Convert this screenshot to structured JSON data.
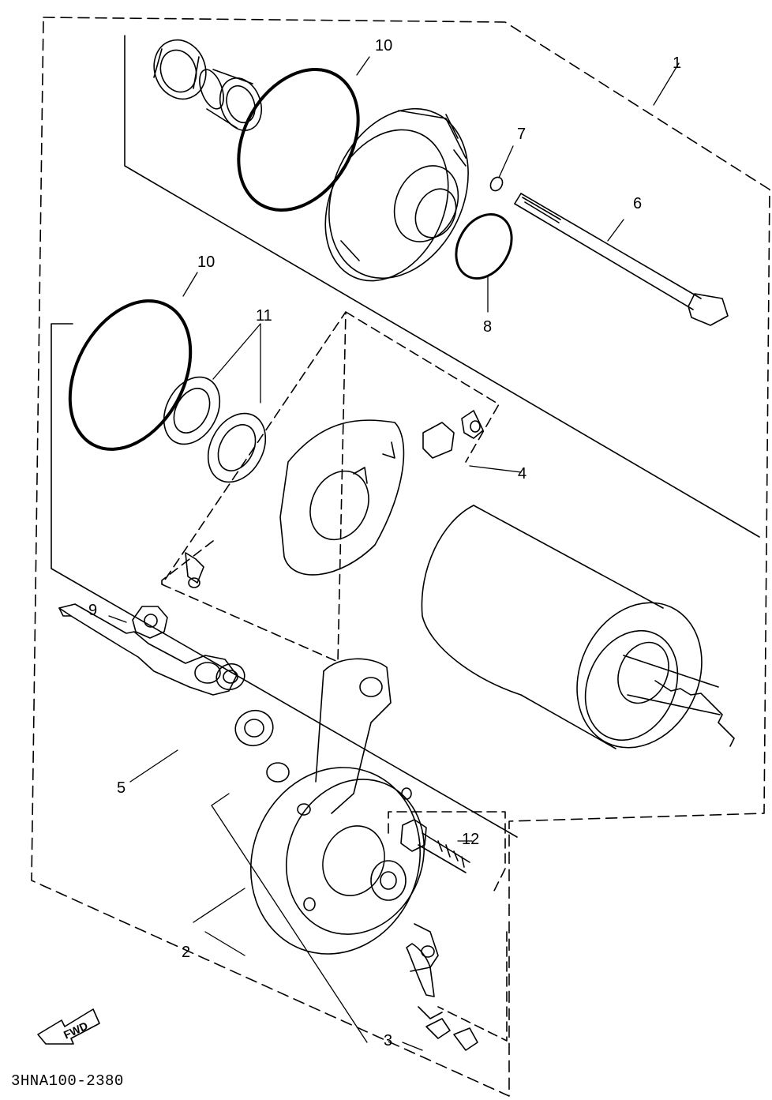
{
  "callouts": [
    {
      "id": "1",
      "text": "1"
    },
    {
      "id": "2",
      "text": "2"
    },
    {
      "id": "3",
      "text": "3"
    },
    {
      "id": "4",
      "text": "4"
    },
    {
      "id": "5",
      "text": "5"
    },
    {
      "id": "6",
      "text": "6"
    },
    {
      "id": "7",
      "text": "7"
    },
    {
      "id": "8",
      "text": "8"
    },
    {
      "id": "9",
      "text": "9"
    },
    {
      "id": "10a",
      "text": "10"
    },
    {
      "id": "10b",
      "text": "10"
    },
    {
      "id": "11",
      "text": "11"
    },
    {
      "id": "12",
      "text": "12"
    }
  ],
  "fwd_badge": "FWD",
  "drawing_code": "3HNA100-2380",
  "colors": {
    "ink": "#000000",
    "paper": "#ffffff"
  }
}
